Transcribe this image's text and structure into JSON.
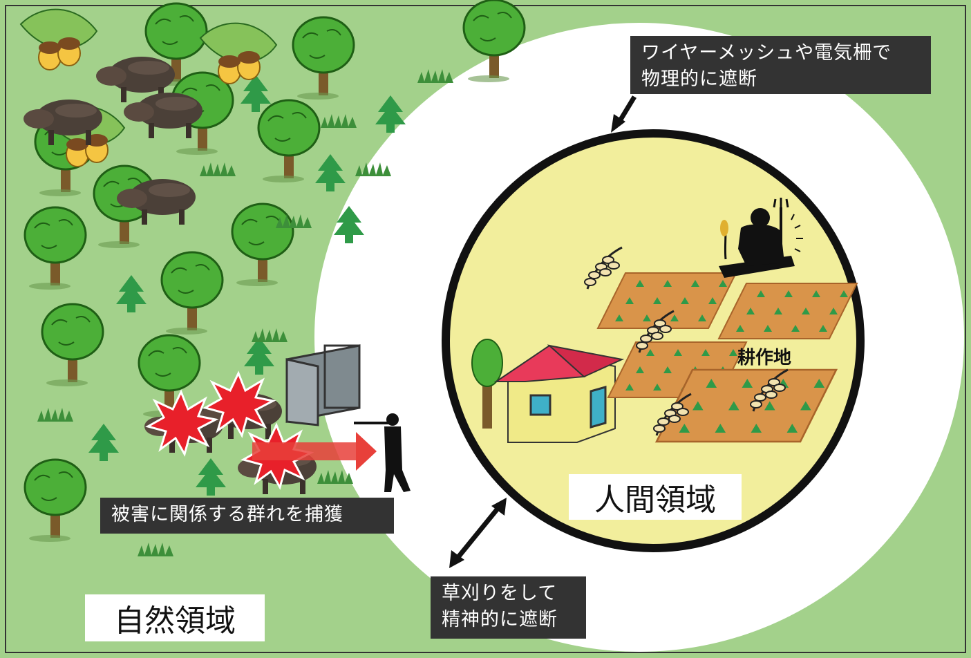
{
  "labels": {
    "physical_barrier": "ワイヤーメッシュや電気柵で\n物理的に遮断",
    "psychological_barrier": "草刈りをして\n精神的に遮断",
    "capture": "被害に関係する群れを捕獲",
    "human_area": "人間領域",
    "natural_area": "自然領域",
    "farmland": "耕作地"
  },
  "colors": {
    "forest_green": "#a3d18b",
    "buffer_white": "#ffffff",
    "human_area_yellow": "#f2ee9c",
    "field_brown": "#d9944a",
    "tree_green": "#4caf38",
    "roof_red": "#e83a5a",
    "house_wall": "#f0ea88",
    "arrow_red": "#e8403a",
    "label_dark": "#333333"
  },
  "icons": [
    "tree-icon",
    "fir-icon",
    "acorn-icon",
    "boar-icon",
    "cage-trap-icon",
    "hunter-icon",
    "farmer-icon",
    "rice-icon",
    "house-icon",
    "burst-icon"
  ]
}
